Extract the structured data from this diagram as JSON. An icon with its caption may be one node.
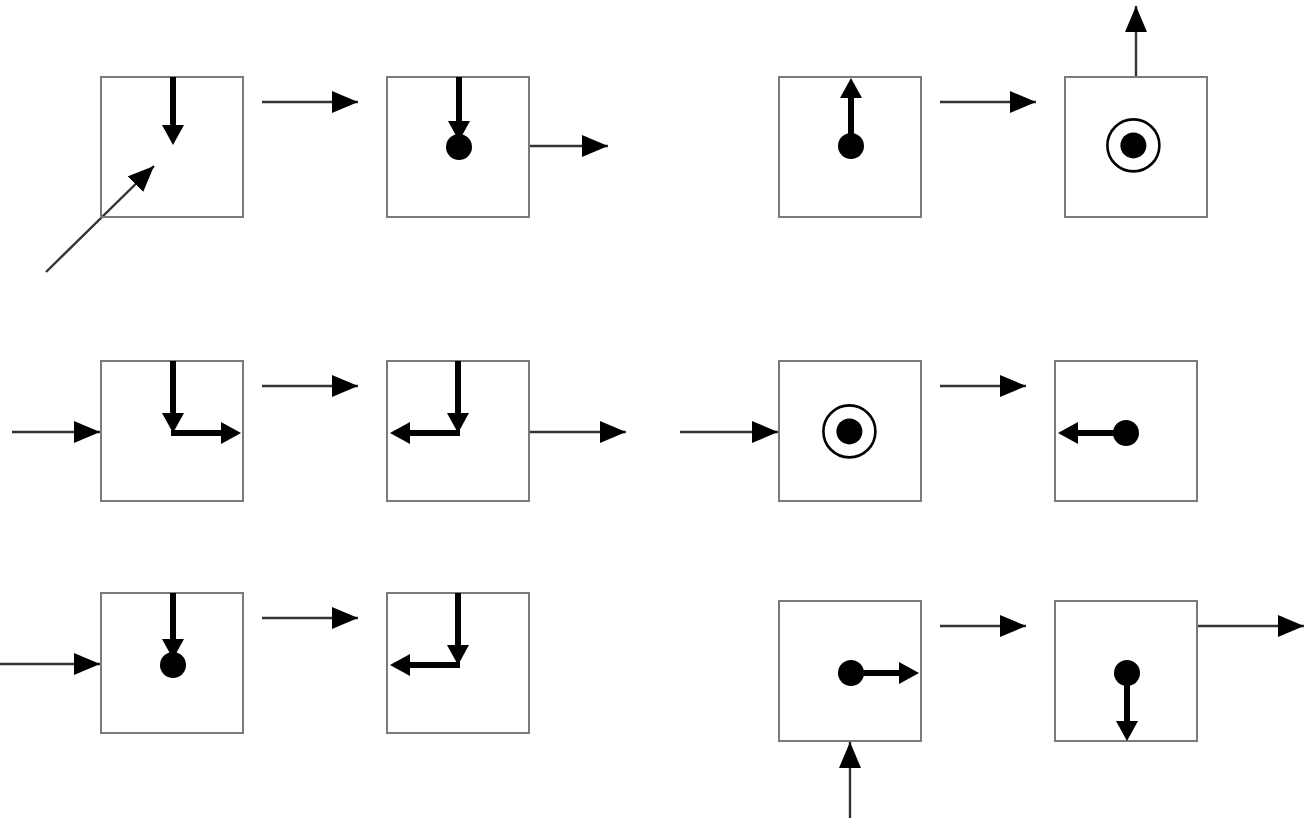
{
  "diagram": {
    "nodes": [
      {
        "text": [],
        "shape": "box"
      },
      {
        "text": [],
        "shape": "box"
      },
      {
        "text": [],
        "shape": "box"
      },
      {
        "text": [],
        "shape": "box"
      },
      {
        "text": [],
        "shape": "box"
      },
      {
        "text": [],
        "shape": "box"
      },
      {
        "text": [],
        "shape": "box"
      },
      {
        "text": [],
        "shape": "box"
      },
      {
        "text": [],
        "shape": "box"
      },
      {
        "text": [],
        "shape": "box"
      },
      {
        "text": [],
        "shape": "box"
      },
      {
        "text": [],
        "shape": "box"
      }
    ],
    "edges": [
      {
        "from": 0,
        "to": 1,
        "arrow": "to"
      },
      {
        "from": 1,
        "to": null,
        "arrow": "to"
      },
      {
        "from": 2,
        "to": 3,
        "arrow": "to"
      },
      {
        "from": 3,
        "to": null,
        "arrow": "to"
      },
      {
        "from": null,
        "to": 0,
        "arrow": "to"
      },
      {
        "from": null,
        "to": 4,
        "arrow": "to"
      },
      {
        "from": 4,
        "to": 5,
        "arrow": "to"
      },
      {
        "from": 5,
        "to": null,
        "arrow": "to"
      },
      {
        "from": null,
        "to": 6,
        "arrow": "to"
      },
      {
        "from": 6,
        "to": 7,
        "arrow": "to"
      },
      {
        "from": null,
        "to": 8,
        "arrow": "to"
      },
      {
        "from": 8,
        "to": 9,
        "arrow": "to"
      },
      {
        "from": 10,
        "to": 11,
        "arrow": "to"
      },
      {
        "from": 11,
        "to": null,
        "arrow": "to"
      },
      {
        "from": null,
        "to": 10,
        "arrow": "to"
      }
    ]
  }
}
